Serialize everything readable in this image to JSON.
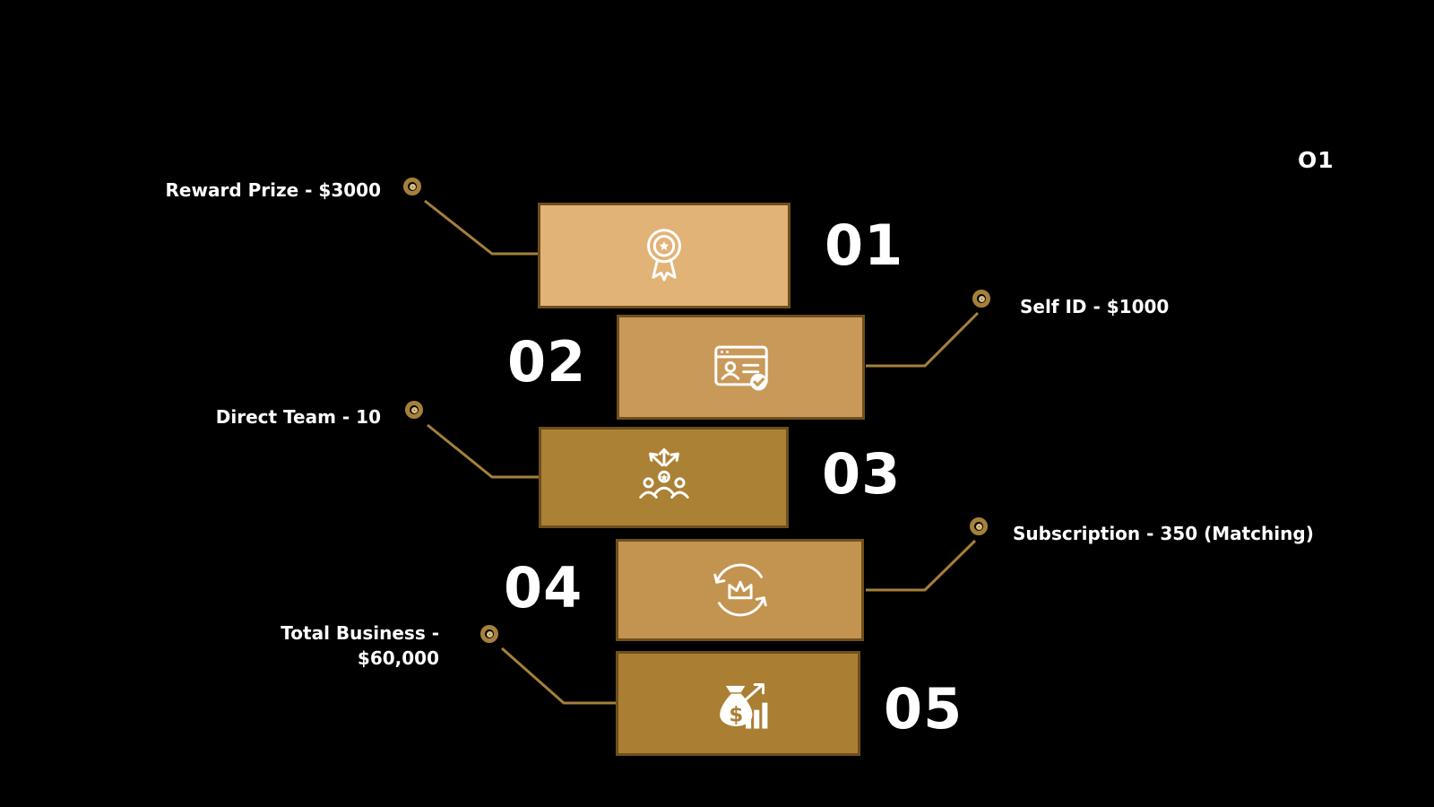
{
  "corner_mark": "O1",
  "palette": {
    "background": "#000000",
    "gold-line": "#a5803a",
    "border": "#6e4f1d",
    "white": "#ffffff"
  },
  "steps": [
    {
      "number": "01",
      "label": "Reward Prize - $3000",
      "side": "left",
      "icon": "award-badge-icon",
      "box_color": "#e2b377"
    },
    {
      "number": "02",
      "label": "Self ID - $1000",
      "side": "right",
      "icon": "id-verification-icon",
      "box_color": "#c9995a"
    },
    {
      "number": "03",
      "label": "Direct Team - 10",
      "side": "left",
      "icon": "team-growth-icon",
      "box_color": "#ab8135"
    },
    {
      "number": "04",
      "label": "Subscription - 350 (Matching)",
      "side": "right",
      "icon": "subscription-renewal-icon",
      "box_color": "#c39350"
    },
    {
      "number": "05",
      "label": "Total Business - $60,000",
      "side": "left",
      "icon": "money-growth-icon",
      "box_color": "#aa7e33"
    }
  ]
}
